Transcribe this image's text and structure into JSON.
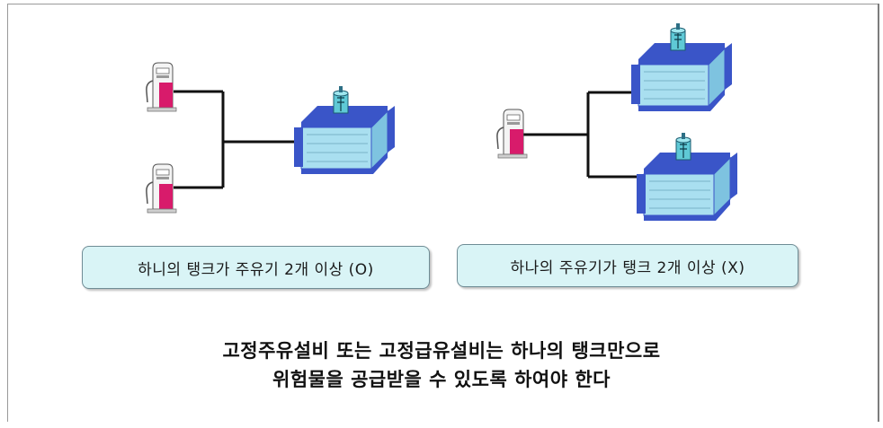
{
  "left_panel": {
    "label": "하니의 탱크가 주유기 2개 이상 (O)"
  },
  "right_panel": {
    "label": "하나의 주유기가 탱크 2개 이상 (X)"
  },
  "caption": {
    "line1": "고정주유설비 또는 고정급유설비는 하나의 탱크만으로",
    "line2": "위험물을 공급받을 수 있도록 하여야 한다"
  },
  "colors": {
    "tank_body": "#a9dff0",
    "tank_band": "#3a55c8",
    "pump_accent": "#d81b6b",
    "pipe": "#111111",
    "label_bg": "#d9f4f6"
  }
}
